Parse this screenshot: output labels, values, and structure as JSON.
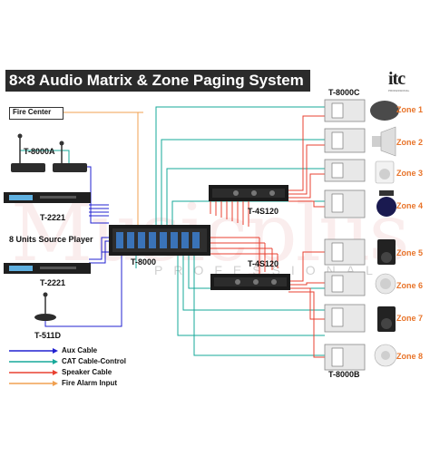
{
  "title": "8×8 Audio Matrix & Zone Paging System",
  "brand": {
    "logo": "itc",
    "tagline": "PROFESSIONAL"
  },
  "watermark": {
    "main": "Musicplus",
    "sub": "PROFESSIONAL"
  },
  "labels": {
    "fire_center": "Fire Center",
    "t8000a": "T-8000A",
    "t2221_top": "T-2221",
    "source_player": "8 Units Source Player",
    "t2221_bottom": "T-2221",
    "t511d": "T-511D",
    "t8000": "T-8000",
    "t4s120_top": "T-4S120",
    "t4s120_bottom": "T-4S120",
    "t8000c": "T-8000C",
    "t8000b": "T-8000B"
  },
  "zones": [
    "Zone 1",
    "Zone 2",
    "Zone 3",
    "Zone 4",
    "Zone 5",
    "Zone 6",
    "Zone 7",
    "Zone 8"
  ],
  "legend": [
    {
      "label": "Aux Cable",
      "color": "#2020d0"
    },
    {
      "label": "CAT Cable-Control",
      "color": "#16a89a"
    },
    {
      "label": "Speaker Cable",
      "color": "#e84030"
    },
    {
      "label": "Fire Alarm Input",
      "color": "#f0a050"
    }
  ],
  "colors": {
    "aux": "#2020d0",
    "cat": "#16a89a",
    "speaker": "#e84030",
    "fire": "#f0a050",
    "banner": "#2b2b2b"
  }
}
